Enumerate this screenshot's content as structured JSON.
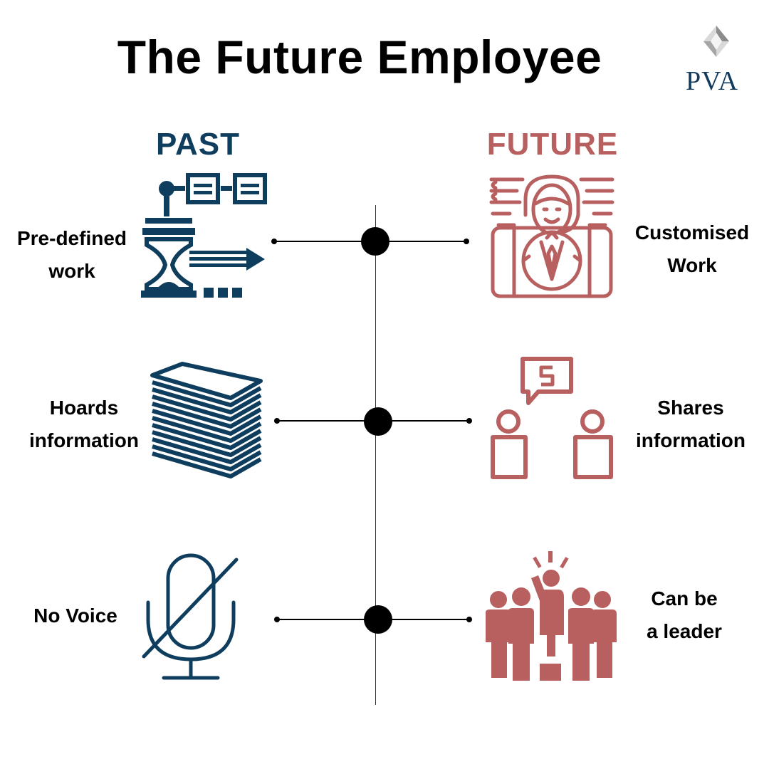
{
  "title": "The Future Employee",
  "logo": {
    "text": "PVA"
  },
  "columns": {
    "past": {
      "label": "PAST",
      "color": "#0f3d5e"
    },
    "future": {
      "label": "FUTURE",
      "color": "#b86060"
    }
  },
  "rows": [
    {
      "past_label": "Pre-defined work",
      "future_label": "Customised Work",
      "past_icon": "process-hierarchy-icon",
      "future_icon": "customer-support-agent-icon"
    },
    {
      "past_label": "Hoards information",
      "future_label": "Shares information",
      "past_icon": "paper-stack-icon",
      "future_icon": "people-sharing-icon"
    },
    {
      "past_label": "No Voice",
      "future_label": "Can be a leader",
      "past_icon": "muted-microphone-icon",
      "future_icon": "leader-in-crowd-icon"
    }
  ],
  "labels": {
    "r1_past_a": "Pre-defined",
    "r1_past_b": "work",
    "r1_future_a": "Customised",
    "r1_future_b": "Work",
    "r2_past_a": "Hoards",
    "r2_past_b": "information",
    "r2_future_a": "Shares",
    "r2_future_b": "information",
    "r3_past_a": "No Voice",
    "r3_future_a": "Can be",
    "r3_future_b": "a leader"
  }
}
